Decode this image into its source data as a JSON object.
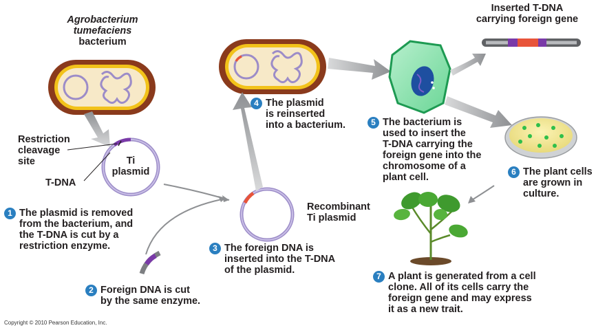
{
  "labels": {
    "agro_species": "Agrobacterium\ntumefaciens",
    "agro_bacterium": "bacterium",
    "restriction": "Restriction\ncleavage\nsite",
    "ti_plasmid": "Ti\nplasmid",
    "tdna": "T-DNA",
    "recombinant": "Recombinant\nTi plasmid",
    "inserted_tdna": "Inserted T-DNA\ncarrying foreign gene"
  },
  "steps": [
    {
      "num": "1",
      "text": "The plasmid is removed\nfrom the bacterium, and\nthe T-DNA is cut by a\nrestriction enzyme."
    },
    {
      "num": "2",
      "text": "Foreign DNA is cut\nby the same enzyme."
    },
    {
      "num": "3",
      "text": "The foreign DNA is\ninserted into the T-DNA\nof the plasmid."
    },
    {
      "num": "4",
      "text": "The plasmid\nis reinserted\ninto a bacterium."
    },
    {
      "num": "5",
      "text": "The bacterium is\nused to insert the\nT-DNA carrying the\nforeign gene into the\nchromosome of a\nplant cell."
    },
    {
      "num": "6",
      "text": "The plant cells\nare grown in\nculture."
    },
    {
      "num": "7",
      "text": "A plant is generated from a cell\nclone. All of its cells carry the\nforeign gene and may express\nit as a new trait."
    }
  ],
  "copyright": "Copyright © 2010 Pearson Education, Inc.",
  "colors": {
    "bacterium_outer": "#8a3a1c",
    "bacterium_wall": "#f2c21a",
    "bacterium_cytoplasm": "#f7e9c8",
    "plasmid": "#9c8cc8",
    "tdna": "#7a3aa8",
    "foreign_dna": "#e8543a",
    "arrow": "#a7a9ac",
    "step_badge": "#2a7fc0",
    "plant_cell": "#38c070",
    "leaf_green": "#3f9a2e"
  }
}
